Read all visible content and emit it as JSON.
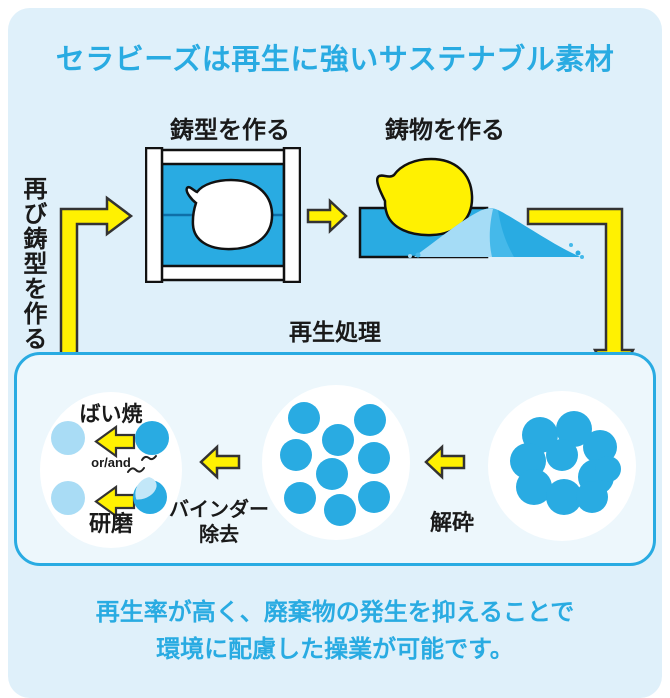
{
  "title": "セラビーズは再生に強いサステナブル素材",
  "steps": {
    "make_mold": "鋳型を作る",
    "make_casting": "鋳物を作る",
    "remake_mold": "再び鋳型を作る",
    "recycle_title": "再生処理"
  },
  "recycle": {
    "crush": "解砕",
    "binder_removal_line1": "バインダー",
    "binder_removal_line2": "除去",
    "roast": "ばい焼",
    "or_and": "or/and",
    "polish": "研磨"
  },
  "footer": {
    "line1": "再生率が高く、廃棄物の発生を抑えることで",
    "line2": "環境に配慮した操業が可能です。"
  },
  "colors": {
    "accent_blue": "#29ABE2",
    "card_background": "#DFF0FA",
    "box_background": "#EDF7FC",
    "arrow_yellow": "#FFF101",
    "bead_blue": "#29ABE2",
    "bead_light_blue": "#A9DCF5",
    "text_black": "#1A1A1A"
  }
}
